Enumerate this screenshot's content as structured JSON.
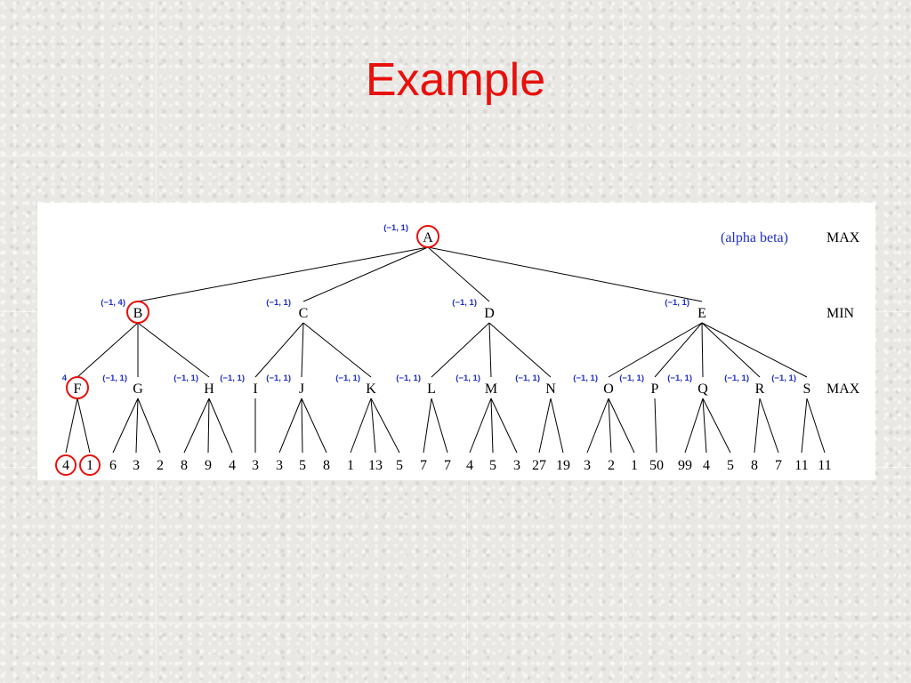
{
  "title": "Example",
  "legend": "(alpha beta)",
  "levels": [
    "MAX",
    "MIN",
    "MAX"
  ],
  "colors": {
    "title": "#e8100c",
    "alpha_beta": "#1f2fc8",
    "highlight": "#e8100c"
  },
  "root": {
    "id": "A",
    "ab": "(−1, 1)",
    "highlighted": true
  },
  "min_nodes": [
    {
      "id": "B",
      "ab": "(−1, 4)",
      "highlighted": true
    },
    {
      "id": "C",
      "ab": "(−1, 1)",
      "highlighted": false
    },
    {
      "id": "D",
      "ab": "(−1, 1)",
      "highlighted": false
    },
    {
      "id": "E",
      "ab": "(−1, 1)",
      "highlighted": false
    }
  ],
  "max_nodes": [
    {
      "id": "F",
      "parent": "B",
      "ab": "4",
      "highlighted": true
    },
    {
      "id": "G",
      "parent": "B",
      "ab": "(−1, 1)",
      "highlighted": false
    },
    {
      "id": "H",
      "parent": "B",
      "ab": "(−1, 1)",
      "highlighted": false
    },
    {
      "id": "I",
      "parent": "C",
      "ab": "(−1, 1)",
      "highlighted": false
    },
    {
      "id": "J",
      "parent": "C",
      "ab": "(−1, 1)",
      "highlighted": false
    },
    {
      "id": "K",
      "parent": "C",
      "ab": "(−1, 1)",
      "highlighted": false
    },
    {
      "id": "L",
      "parent": "D",
      "ab": "(−1, 1)",
      "highlighted": false
    },
    {
      "id": "M",
      "parent": "D",
      "ab": "(−1, 1)",
      "highlighted": false
    },
    {
      "id": "N",
      "parent": "D",
      "ab": "(−1, 1)",
      "highlighted": false
    },
    {
      "id": "O",
      "parent": "E",
      "ab": "(−1, 1)",
      "highlighted": false
    },
    {
      "id": "P",
      "parent": "E",
      "ab": "(−1, 1)",
      "highlighted": false
    },
    {
      "id": "Q",
      "parent": "E",
      "ab": "(−1, 1)",
      "highlighted": false
    },
    {
      "id": "R",
      "parent": "E",
      "ab": "(−1, 1)",
      "highlighted": false
    },
    {
      "id": "S",
      "parent": "E",
      "ab": "(−1, 1)",
      "highlighted": false
    }
  ],
  "leaves": [
    {
      "parent": "F",
      "value": "4",
      "highlighted": true
    },
    {
      "parent": "F",
      "value": "1",
      "highlighted": true
    },
    {
      "parent": "G",
      "value": "6"
    },
    {
      "parent": "G",
      "value": "3"
    },
    {
      "parent": "G",
      "value": "2"
    },
    {
      "parent": "H",
      "value": "8"
    },
    {
      "parent": "H",
      "value": "9"
    },
    {
      "parent": "H",
      "value": "4"
    },
    {
      "parent": "I",
      "value": "3"
    },
    {
      "parent": "J",
      "value": "3"
    },
    {
      "parent": "J",
      "value": "5"
    },
    {
      "parent": "J",
      "value": "8"
    },
    {
      "parent": "K",
      "value": "1"
    },
    {
      "parent": "K",
      "value": "13"
    },
    {
      "parent": "K",
      "value": "5"
    },
    {
      "parent": "L",
      "value": "7"
    },
    {
      "parent": "L",
      "value": "7"
    },
    {
      "parent": "M",
      "value": "4"
    },
    {
      "parent": "M",
      "value": "5"
    },
    {
      "parent": "M",
      "value": "3"
    },
    {
      "parent": "N",
      "value": "27"
    },
    {
      "parent": "N",
      "value": "19"
    },
    {
      "parent": "O",
      "value": "3"
    },
    {
      "parent": "O",
      "value": "2"
    },
    {
      "parent": "O",
      "value": "1"
    },
    {
      "parent": "P",
      "value": "50"
    },
    {
      "parent": "Q",
      "value": "99"
    },
    {
      "parent": "Q",
      "value": "4"
    },
    {
      "parent": "Q",
      "value": "5"
    },
    {
      "parent": "R",
      "value": "8"
    },
    {
      "parent": "R",
      "value": "7"
    },
    {
      "parent": "S",
      "value": "11"
    },
    {
      "parent": "S",
      "value": "11"
    }
  ]
}
